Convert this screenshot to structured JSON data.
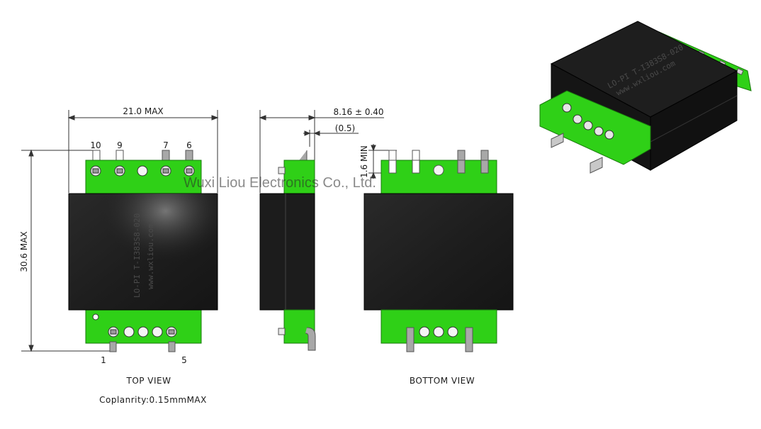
{
  "watermark": "Wuxi Liou Electronics Co., Ltd.",
  "dimensions": {
    "width": "21.0 MAX",
    "height": "30.6 MAX",
    "side_depth": "8.16 ± 0.40",
    "side_lead": "(0.5)",
    "lead_length": "1.6 MIN"
  },
  "pins": {
    "top_left_a": "10",
    "top_left_b": "9",
    "top_right_a": "7",
    "top_right_b": "6",
    "bottom_left": "1",
    "bottom_right": "5"
  },
  "labels": {
    "top_view": "TOP VIEW",
    "bottom_view": "BOTTOM VIEW",
    "coplanarity": "Coplanrity:0.15mmMAX"
  },
  "part_marking": {
    "line1": "LO-PI T-I383S8-020",
    "line2": "www.wxliou.com"
  },
  "colors": {
    "pcb_green": "#2fd017",
    "core_black": "#1c1c1c",
    "pin_grey": "#a8a8a8"
  }
}
